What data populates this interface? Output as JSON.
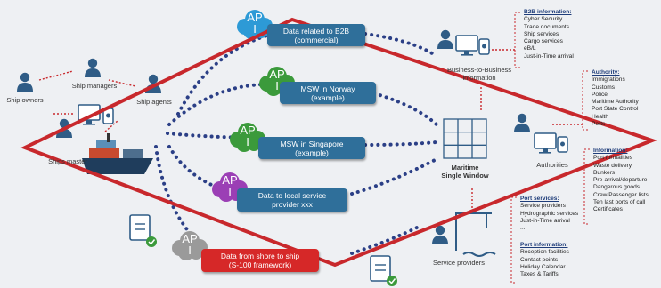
{
  "clouds": [
    {
      "id": "api1",
      "text_top": "AP",
      "text_bottom": "I",
      "color": "#2d9ad6"
    },
    {
      "id": "api2",
      "text_top": "AP",
      "text_bottom": "I",
      "color": "#3b9a3b"
    },
    {
      "id": "api3",
      "text_top": "AP",
      "text_bottom": "I",
      "color": "#3b9a3b"
    },
    {
      "id": "api4",
      "text_top": "AP",
      "text_bottom": "I",
      "color": "#9b3fb5"
    },
    {
      "id": "api5",
      "text_top": "AP",
      "text_bottom": "I",
      "color": "#9a9a9a"
    }
  ],
  "boxes": {
    "b2b": {
      "line1": "Data related to B2B",
      "line2": "(commercial)"
    },
    "norway": {
      "line1": "MSW in Norway",
      "line2": "(example)"
    },
    "singapore": {
      "line1": "MSW in Singapore",
      "line2": "(example)"
    },
    "local": {
      "line1": "Data to local service",
      "line2": "provider xxx"
    },
    "shore": {
      "line1": "Data from shore to ship",
      "line2": "(S-100 framework)"
    }
  },
  "actors": {
    "ship_owners": "Ship owners",
    "ship_managers": "Ship managers",
    "ship_agents": "Ship agents",
    "ships_master": "Ships master",
    "b2b_line1": "Business-to-Business",
    "b2b_line2": "information",
    "msw_line1": "Maritime",
    "msw_line2": "Single Window",
    "authorities": "Authorities",
    "service_providers": "Service providers"
  },
  "panels": {
    "b2b": {
      "title": "B2B information:",
      "items": [
        "Cyber Security",
        "Trade documents",
        "Ship services",
        "Cargo services",
        "eB/L",
        "Just-in-Time arrival"
      ]
    },
    "authority": {
      "title": "Authority:",
      "items": [
        "Immigrations",
        "Customs",
        "Police",
        "Maritime Authority",
        "Port State Control",
        "Health",
        "Ports",
        "..."
      ]
    },
    "info": {
      "title": "Information:",
      "items": [
        "Port formalities",
        "Waste delivery",
        "Bunkers",
        "Pre-arrival/departure",
        "Dangerous goods",
        "Crew/Passenger lists",
        "Ten last ports of call",
        "Certificates"
      ]
    },
    "port_services": {
      "title": "Port services:",
      "items": [
        "Service providers",
        "Hydrographic services",
        "Just-in-Time arrival",
        "..."
      ]
    },
    "port_info": {
      "title": "Port information:",
      "items": [
        "Reception facilities",
        "Contact points",
        "Holiday Calendar",
        "Taxes & Tariffs"
      ]
    }
  },
  "colors": {
    "diamond": "#c8282c",
    "box_blue": "#2f6f9a",
    "box_red": "#d62828",
    "dotted": "#2b3f86",
    "actor": "#2f5c86"
  }
}
